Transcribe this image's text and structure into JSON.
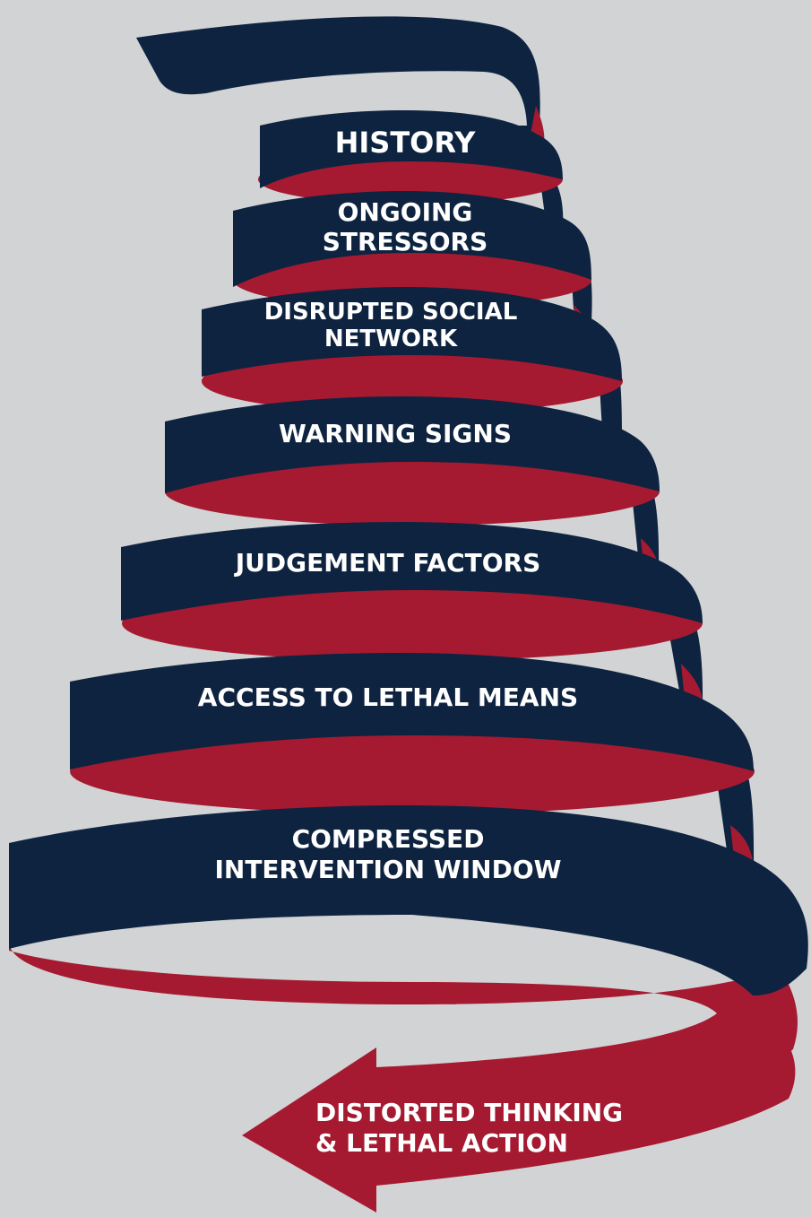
{
  "colors": {
    "background": "#d2d3d5",
    "navy": "#0e2340",
    "red": "#a51a30",
    "text": "#ffffff"
  },
  "layers": [
    {
      "lines": [
        "HISTORY"
      ]
    },
    {
      "lines": [
        "ONGOING",
        "STRESSORS"
      ]
    },
    {
      "lines": [
        "DISRUPTED SOCIAL",
        "NETWORK"
      ]
    },
    {
      "lines": [
        "WARNING SIGNS"
      ]
    },
    {
      "lines": [
        "JUDGEMENT FACTORS"
      ]
    },
    {
      "lines": [
        "ACCESS TO LETHAL MEANS"
      ]
    },
    {
      "lines": [
        "COMPRESSED",
        "INTERVENTION WINDOW"
      ]
    }
  ],
  "outcome": {
    "lines": [
      "DISTORTED THINKING",
      "& LETHAL ACTION"
    ]
  }
}
